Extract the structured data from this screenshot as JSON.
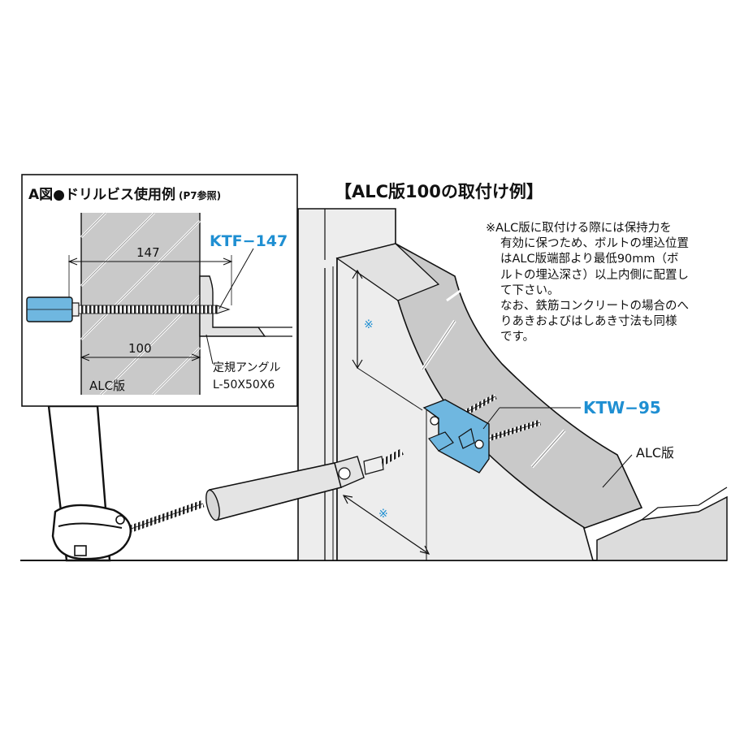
{
  "main_title": "【ALC版100の取付け例】",
  "inset": {
    "title": "A図●ドリルビス使用例",
    "title_ref": "(P7参照)",
    "dim_147": "147",
    "dim_100": "100",
    "product_label": "KTF−147",
    "angle_label_1": "定規アングル",
    "angle_label_2": "L-50X50X6",
    "alc_label": "ALC版"
  },
  "note": {
    "line1": "※ALC版に取付ける際には保持力を",
    "line2": "有効に保つため、ボルトの埋込位置",
    "line3": "はALC版端部より最低90mm（ボ",
    "line4": "ルトの埋込深さ）以上内側に配置し",
    "line5": "て下さい。",
    "line6": "なお、鉄筋コンクリートの場合のへ",
    "line7": "りあきおよびはしあき寸法も同様",
    "line8": "です。"
  },
  "main": {
    "ktw_label": "KTW−95",
    "alc_label": "ALC版",
    "mark_1": "※",
    "mark_2": "※"
  },
  "colors": {
    "accent_blue": "#1f8fd2",
    "alc_gray": "#c9c9c9",
    "fixture_blue": "#6fb7e0"
  }
}
